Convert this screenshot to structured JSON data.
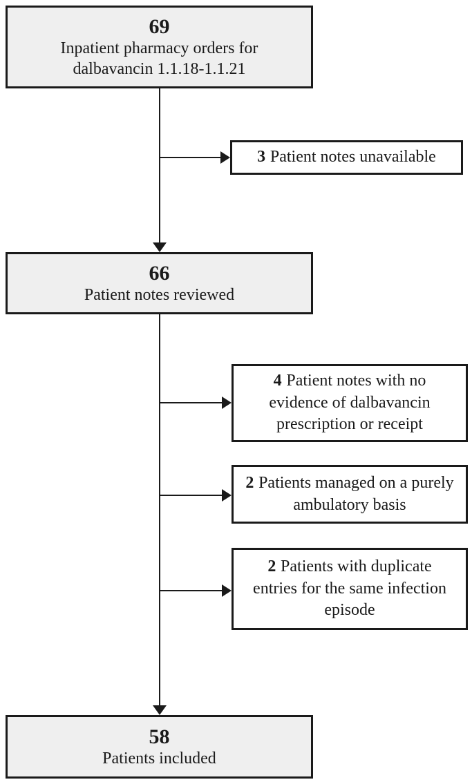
{
  "diagram": {
    "type": "patient-flow-chart",
    "nodes": {
      "orders": {
        "count": "69",
        "label": "Inpatient pharmacy orders for dalbavancin 1.1.18-1.1.21"
      },
      "reviewed": {
        "count": "66",
        "label": "Patient notes reviewed"
      },
      "included": {
        "count": "58",
        "label": "Patients included"
      },
      "excluded_unavailable": {
        "count": "3",
        "label": "Patient notes unavailable"
      },
      "excluded_no_evidence": {
        "count": "4",
        "label": "Patient notes with no evidence of dalbavancin prescription or receipt"
      },
      "excluded_ambulatory": {
        "count": "2",
        "label": "Patients managed on a purely ambulatory basis"
      },
      "excluded_duplicate": {
        "count": "2",
        "label": "Patients with duplicate entries for the same infection episode"
      }
    },
    "colors": {
      "background": "#ffffff",
      "main_box_fill": "#efefef",
      "exclusion_box_fill": "#ffffff",
      "line": "#1a1a1a",
      "text": "#1a1a1a"
    }
  }
}
